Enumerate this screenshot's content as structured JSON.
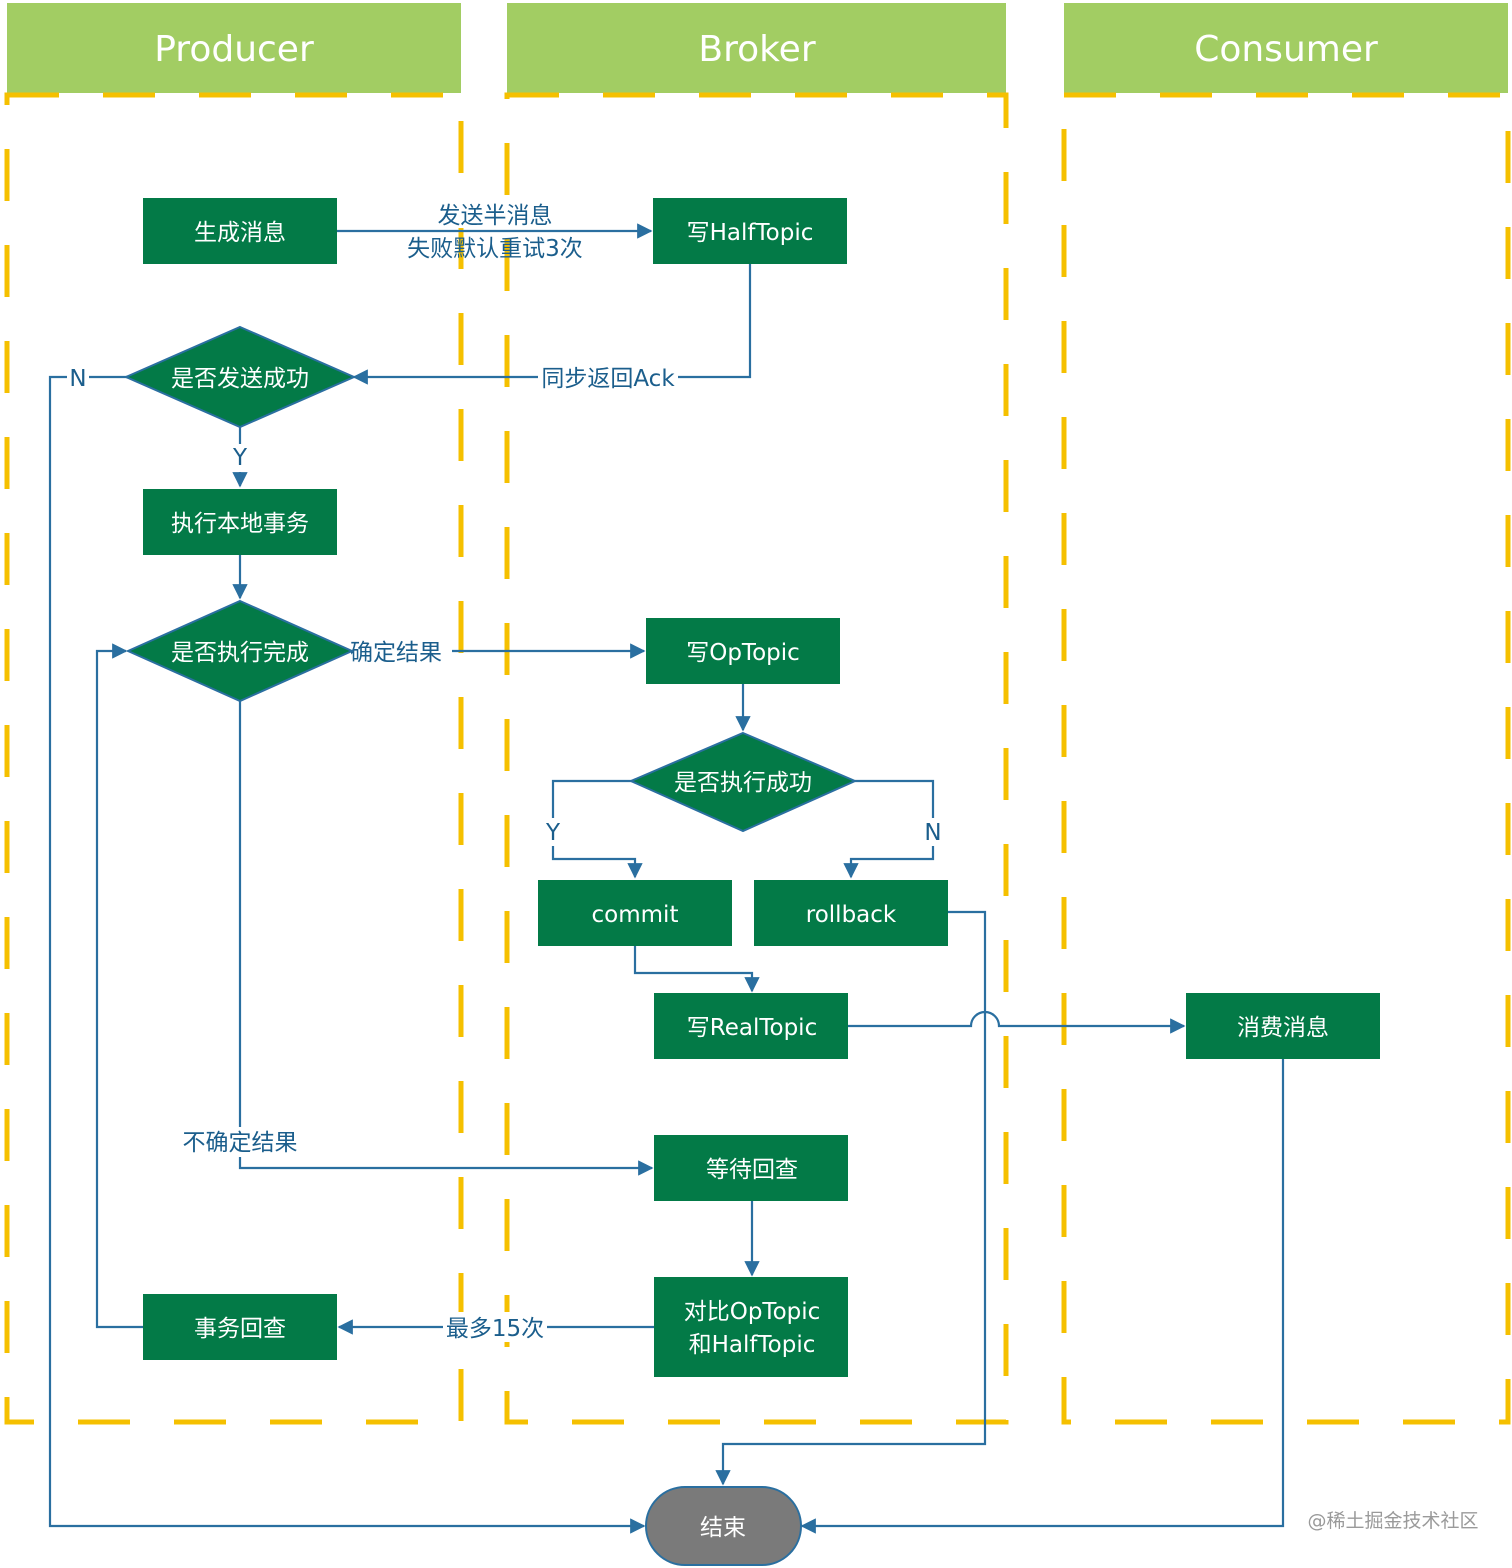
{
  "lanes": {
    "producer": "Producer",
    "broker": "Broker",
    "consumer": "Consumer"
  },
  "nodes": {
    "generate_msg": "生成消息",
    "write_half_topic": "写HalfTopic",
    "send_success_q": "是否发送成功",
    "exec_local_tx": "执行本地事务",
    "exec_done_q": "是否执行完成",
    "write_op_topic": "写OpTopic",
    "exec_success_q": "是否执行成功",
    "commit": "commit",
    "rollback": "rollback",
    "write_real_topic": "写RealTopic",
    "consume_msg": "消费消息",
    "wait_check": "等待回查",
    "compare_line1": "对比OpTopic",
    "compare_line2": "和HalfTopic",
    "tx_check": "事务回查",
    "end": "结束"
  },
  "edges": {
    "send_half_line1": "发送半消息",
    "send_half_line2": "失败默认重试3次",
    "sync_ack": "同步返回Ack",
    "no": "N",
    "yes": "Y",
    "definite_result": "确定结果",
    "uncertain_result": "不确定结果",
    "max_15": "最多15次",
    "branch_yes": "Y",
    "branch_no": "N"
  },
  "watermark": "@稀土掘金技术社区",
  "colors": {
    "header_bg": "#a2cd63",
    "lane_border": "#f5c000",
    "node_fill": "#037a47",
    "edge": "#2a6fa0",
    "end_fill": "#7a7a7a"
  }
}
